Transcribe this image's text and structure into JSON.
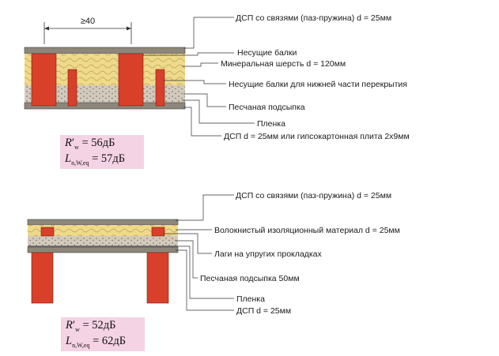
{
  "diagram1": {
    "spacing_label": "≥40",
    "labels": [
      "ДСП со связями (паз-пружина) d = 25мм",
      "Несущие балки",
      "Минеральная шерсть d = 120мм",
      "Несущие балки для нижней части перекрытия",
      "Песчаная подсыпка",
      "Пленка",
      "ДСП d = 25мм или гипсокартонная плита 2x9мм"
    ],
    "rating": {
      "r_value": "= 56дБ",
      "l_value": "= 57дБ"
    }
  },
  "diagram2": {
    "labels": [
      "ДСП со связями (паз-пружина) d = 25мм",
      "Волокнистый изоляционный материал d = 25мм",
      "Лаги на упругих прокладках",
      "Песчаная подсыпка 50мм",
      "Пленка",
      "ДСП d = 25мм"
    ],
    "rating": {
      "r_value": "= 52дБ",
      "l_value": "= 62дБ"
    }
  },
  "rating_symbols": {
    "r": "R",
    "r_prime": "′",
    "r_sub": "w",
    "l": "L",
    "l_sub": "n,W,eq"
  },
  "colors": {
    "beam_red": "#d8402a",
    "mineral_wool": "#efd98a",
    "sand": "#cfc7b8",
    "board": "#7a7468",
    "highlight_pink": "#f4d3e4"
  }
}
